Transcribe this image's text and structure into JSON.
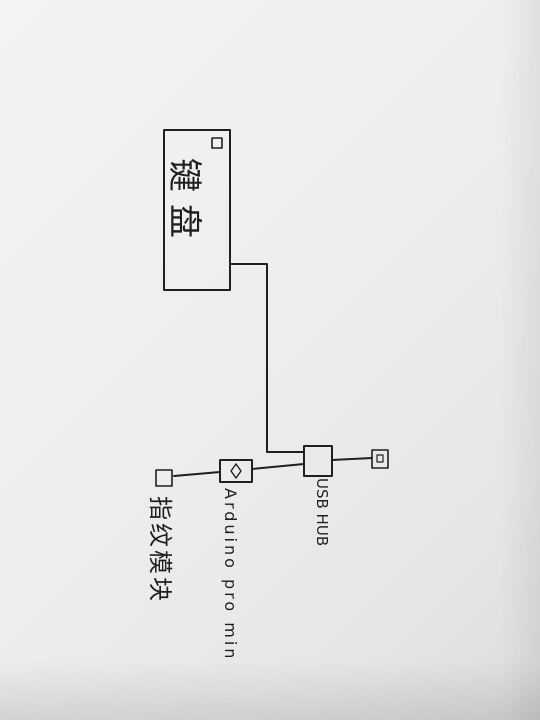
{
  "diagram": {
    "nodes": {
      "keyboard": {
        "label": "键盘"
      },
      "usb_hub": {
        "label": "USB HUB"
      },
      "arduino": {
        "label": "Arduino pro min"
      },
      "fingerprint": {
        "label": "指纹模块"
      }
    },
    "edges": [
      {
        "from": "keyboard",
        "to": "usb_hub"
      },
      {
        "from": "usb_hub",
        "to": "arduino"
      },
      {
        "from": "usb_hub",
        "to": "usb_plug"
      },
      {
        "from": "arduino",
        "to": "fingerprint"
      }
    ]
  },
  "colors": {
    "ink": "#1f1f1f",
    "paper": "#eeeeec"
  }
}
